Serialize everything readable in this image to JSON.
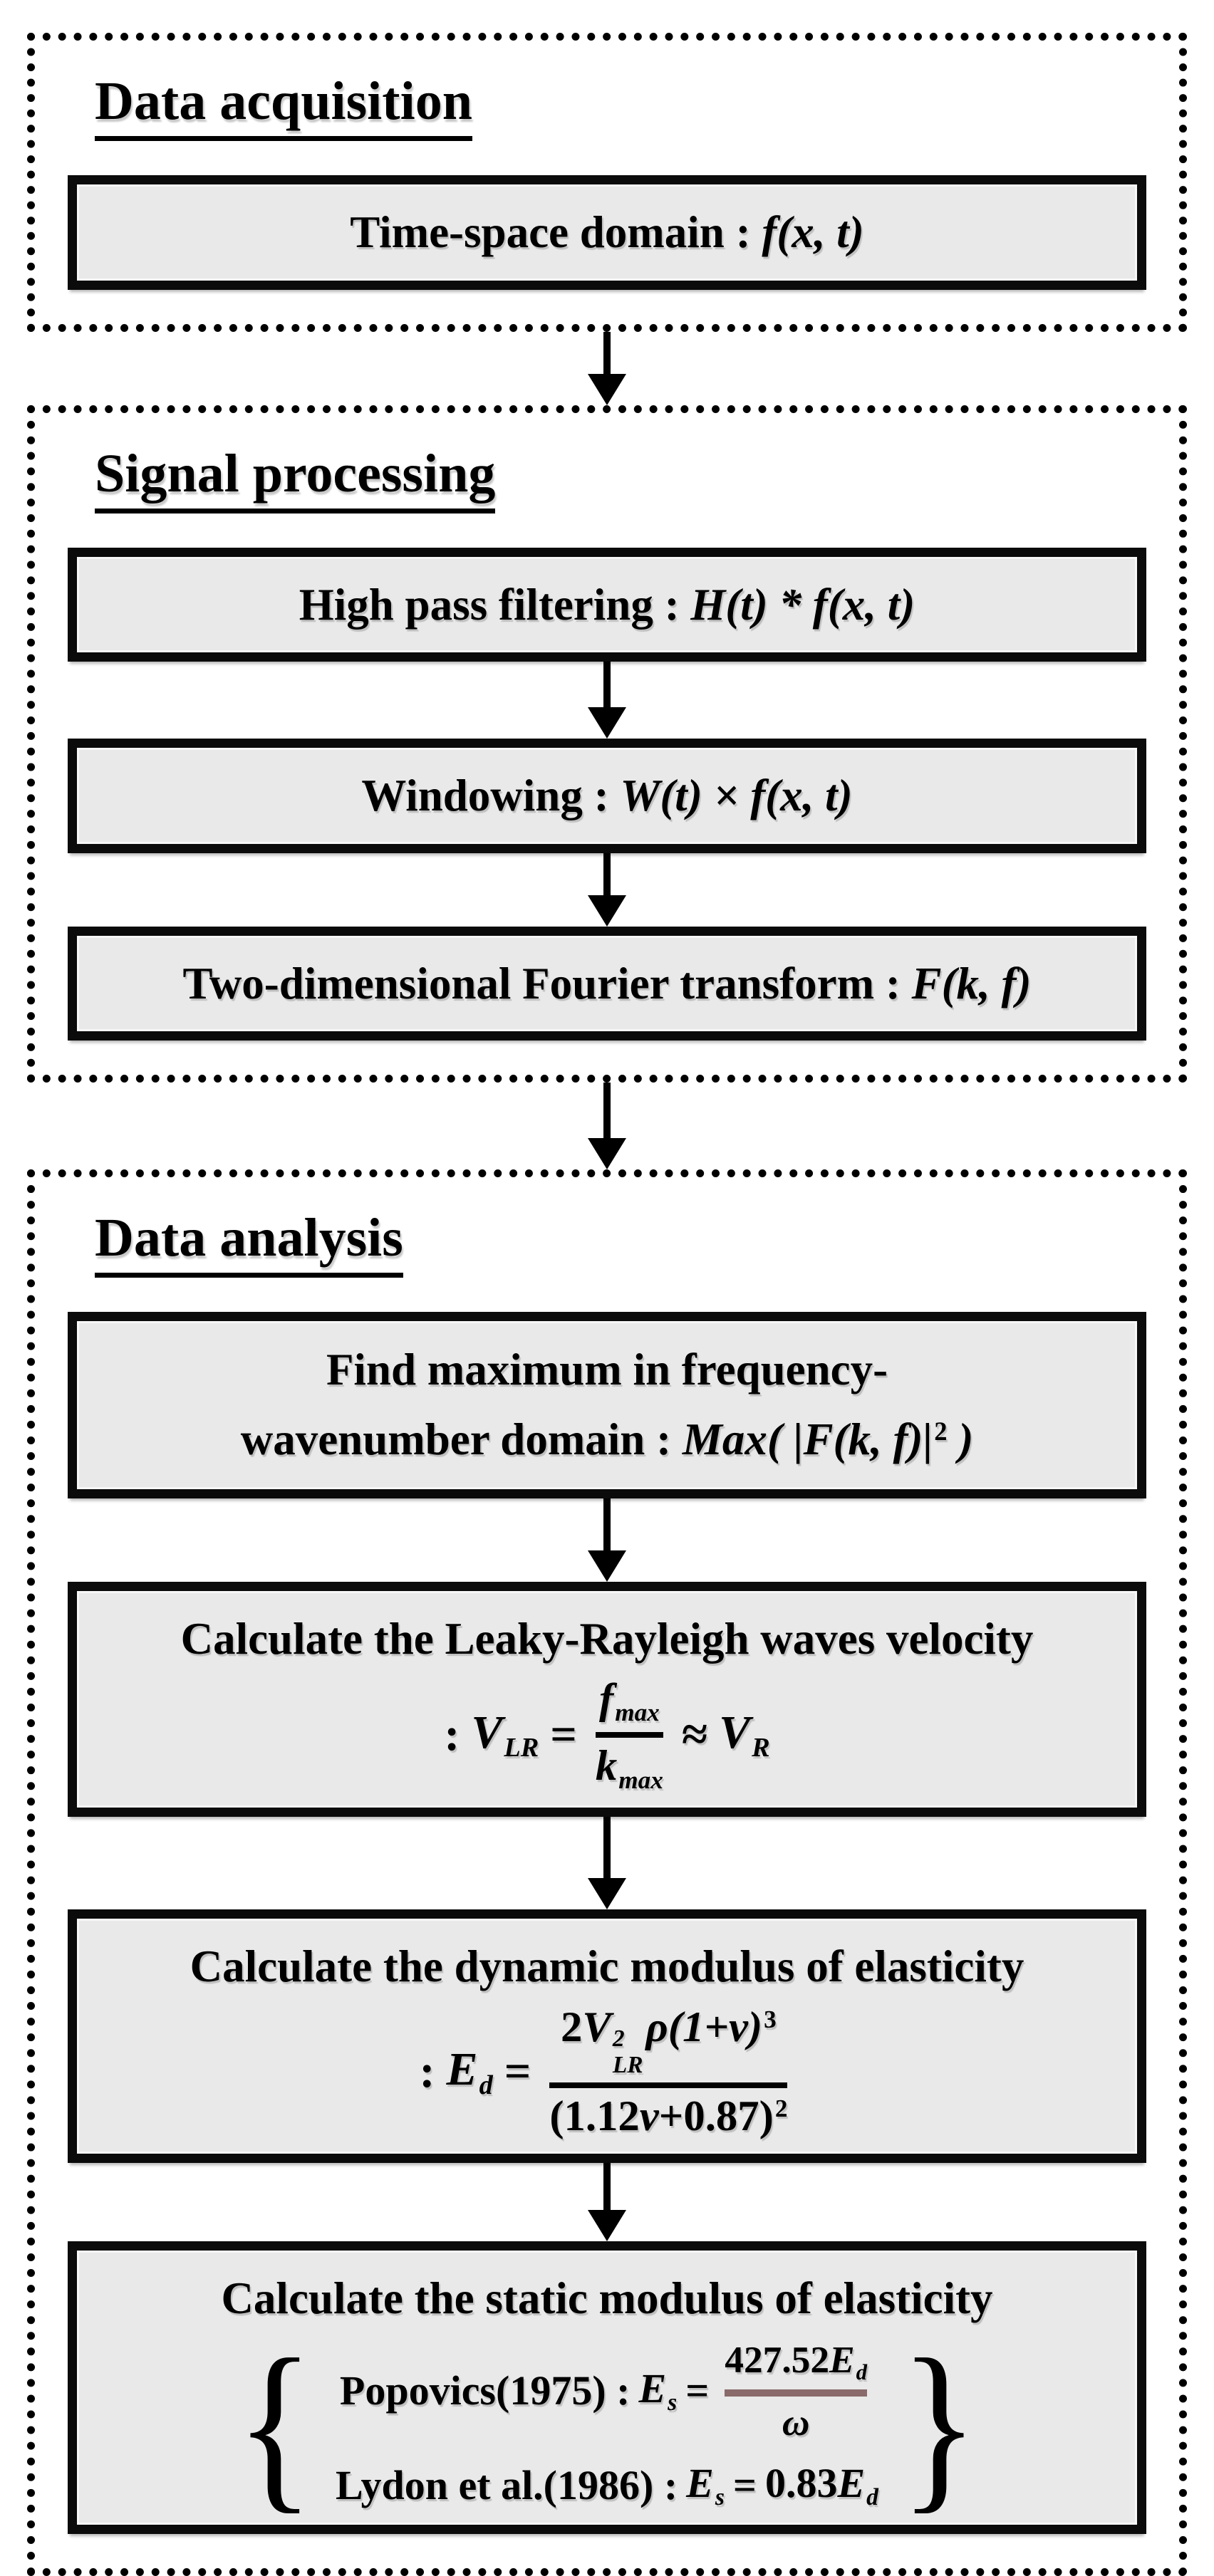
{
  "colors": {
    "background": "#ffffff",
    "box_fill": "#e9e9e9",
    "line": "#000000",
    "popovics_fraction_bar": "#8a6a6a"
  },
  "sections": [
    {
      "id": "data-acquisition",
      "title": "Data acquisition",
      "boxes": [
        {
          "prefix": "Time-space domain : ",
          "math": "f(x, t)"
        }
      ]
    },
    {
      "id": "signal-processing",
      "title": "Signal processing",
      "boxes": [
        {
          "prefix": "High pass filtering : ",
          "math": "H(t) * f(x, t)"
        },
        {
          "prefix": "Windowing : ",
          "math": "W(t) × f(x, t)"
        },
        {
          "prefix": "Two-dimensional Fourier transform : ",
          "math": "F(k, f)"
        }
      ]
    },
    {
      "id": "data-analysis",
      "title": "Data analysis",
      "boxes": [
        {
          "line1": "Find maximum in frequency-",
          "line2_prefix": "wavenumber domain : ",
          "math_open": "Max( |F(k, f)|",
          "math_sup": "2",
          "math_close": " )"
        },
        {
          "line1": "Calculate the Leaky-Rayleigh waves velocity",
          "colon": ":",
          "lhs_base": "V",
          "lhs_sub": "LR",
          "equals": "=",
          "num_base": "f",
          "num_sub": "max",
          "den_base": "k",
          "den_sub": "max",
          "approx": "≈",
          "rhs_base": "V",
          "rhs_sub": "R"
        },
        {
          "line1": "Calculate the dynamic modulus of elasticity",
          "colon": ":",
          "lhs_base": "E",
          "lhs_sub": "d",
          "equals": "=",
          "num_coeff": "2",
          "num_v": "V",
          "num_v_sup": "2",
          "num_v_sub": "LR",
          "num_rho": "ρ(1+v)",
          "num_exp": "3",
          "den_pre": "(1.12",
          "den_v": "v",
          "den_post": "+0.87)",
          "den_exp": "2"
        },
        {
          "line1": "Calculate the static modulus of elasticity",
          "brace_left": "{",
          "brace_right": "}",
          "rows": [
            {
              "label": "Popovics(1975) : ",
              "e": "E",
              "e_sub": "s",
              "equals": "=",
              "num_coeff": "427.52",
              "num_e": "E",
              "num_e_sub": "d",
              "den": "ω"
            },
            {
              "label": "Lydon et al.(1986) : ",
              "e": "E",
              "e_sub": "s",
              "equals": "=",
              "coeff": "0.83",
              "val": "E",
              "val_sub": "d"
            }
          ]
        }
      ]
    }
  ]
}
